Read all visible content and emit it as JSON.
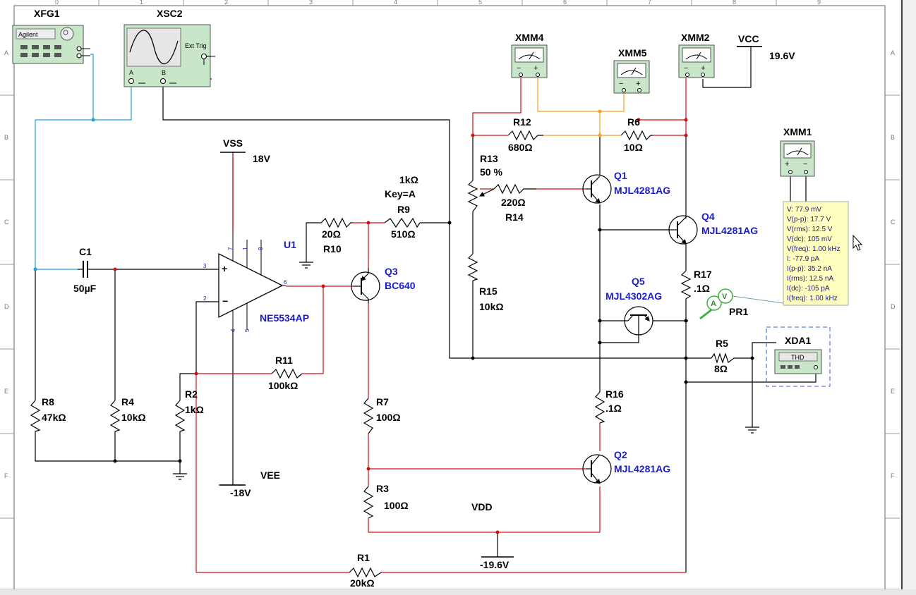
{
  "border": {
    "cols": [
      "0",
      "1",
      "2",
      "3",
      "4",
      "5",
      "6",
      "7",
      "8",
      "9"
    ],
    "rows": [
      "A",
      "B",
      "C",
      "D",
      "E",
      "F"
    ]
  },
  "instruments": {
    "xfg1": {
      "ref": "XFG1",
      "brand": "Agilent"
    },
    "xsc2": {
      "ref": "XSC2",
      "ext_trig": "Ext Trig",
      "ch_a": "A",
      "ch_b": "B"
    },
    "xmm4": {
      "ref": "XMM4"
    },
    "xmm5": {
      "ref": "XMM5"
    },
    "xmm2": {
      "ref": "XMM2"
    },
    "xmm1": {
      "ref": "XMM1"
    },
    "xda1": {
      "ref": "XDA1",
      "screen": "THD"
    },
    "probe": {
      "ref": "PR1"
    }
  },
  "power": {
    "vss": {
      "name": "VSS",
      "value": "18V"
    },
    "vee": {
      "name": "VEE",
      "value": "-18V"
    },
    "vcc": {
      "name": "VCC",
      "value": "19.6V"
    },
    "vdd": {
      "name": "VDD",
      "value": "-19.6V"
    }
  },
  "opamp": {
    "ref": "U1",
    "part": "NE5534AP",
    "pins": {
      "p3": "3",
      "p2": "2",
      "p6": "6",
      "p7": "7",
      "p1": "1",
      "p8": "8",
      "p4": "4",
      "p5": "5"
    }
  },
  "capacitors": {
    "c1": {
      "ref": "C1",
      "value": "50µF"
    }
  },
  "resistors": {
    "r1": {
      "ref": "R1",
      "value": "20kΩ"
    },
    "r2": {
      "ref": "R2",
      "value": "1kΩ"
    },
    "r3": {
      "ref": "R3",
      "value": "100Ω"
    },
    "r4": {
      "ref": "R4",
      "value": "10kΩ"
    },
    "r5": {
      "ref": "R5",
      "value": "8Ω"
    },
    "r6": {
      "ref": "R6",
      "value": "10Ω"
    },
    "r7": {
      "ref": "R7",
      "value": "100Ω"
    },
    "r8": {
      "ref": "R8",
      "value": "47kΩ"
    },
    "r9": {
      "ref": "R9",
      "value": "510Ω",
      "extra1": "1kΩ",
      "extra2": "Key=A"
    },
    "r10": {
      "ref": "R10",
      "value": "20Ω"
    },
    "r11": {
      "ref": "R11",
      "value": "100kΩ"
    },
    "r12": {
      "ref": "R12",
      "value": "680Ω"
    },
    "r13": {
      "ref": "R13",
      "value": "50 %"
    },
    "r14": {
      "ref": "R14",
      "value": "220Ω"
    },
    "r15": {
      "ref": "R15",
      "value": "10kΩ"
    },
    "r16": {
      "ref": "R16",
      "value": ".1Ω"
    },
    "r17": {
      "ref": "R17",
      "value": ".1Ω"
    }
  },
  "transistors": {
    "q1": {
      "ref": "Q1",
      "part": "MJL4281AG"
    },
    "q2": {
      "ref": "Q2",
      "part": "MJL4281AG"
    },
    "q3": {
      "ref": "Q3",
      "part": "BC640"
    },
    "q4": {
      "ref": "Q4",
      "part": "MJL4281AG"
    },
    "q5": {
      "ref": "Q5",
      "part": "MJL4302AG"
    }
  },
  "probe_tooltip": {
    "lines": [
      "V: 77.9 mV",
      "V(p-p): 17.7 V",
      "V(rms): 12.5 V",
      "V(dc): 105 mV",
      "V(freq): 1.00 kHz",
      "I: -77.9 pA",
      "I(p-p): 35.2 nA",
      "I(rms): 12.5 nA",
      "I(dc): -105 pA",
      "I(freq): 1.00 kHz"
    ]
  },
  "colors": {
    "wire": "#000000",
    "red_wire": "#d01010",
    "blue_wire": "#20a0d0",
    "orange_wire": "#f0a020",
    "label_blue": "#1a1ad0",
    "instrument_body": "#c8e6c8",
    "tooltip_bg": "#ffffc0"
  }
}
